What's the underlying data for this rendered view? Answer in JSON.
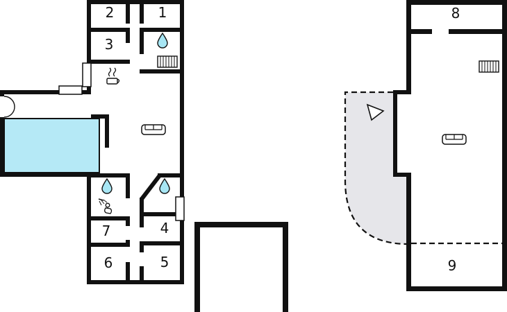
{
  "rooms": [
    {
      "label": "1"
    },
    {
      "label": "2"
    },
    {
      "label": "3"
    },
    {
      "label": "4"
    },
    {
      "label": "5"
    },
    {
      "label": "6"
    },
    {
      "label": "7"
    },
    {
      "label": "8"
    },
    {
      "label": "9"
    }
  ],
  "colors": {
    "wall": "#111111",
    "pool": "#b5e9f6",
    "water_drop": "#a7e6f4",
    "terrace": "#e6e6ea",
    "background": "#ffffff"
  },
  "icons": [
    "water-drop-icon",
    "radiator-icon",
    "sofa-icon",
    "kettle-icon",
    "shower-icon",
    "door-swing-icon",
    "flag-icon",
    "window",
    "swimming-pool",
    "terrace"
  ]
}
